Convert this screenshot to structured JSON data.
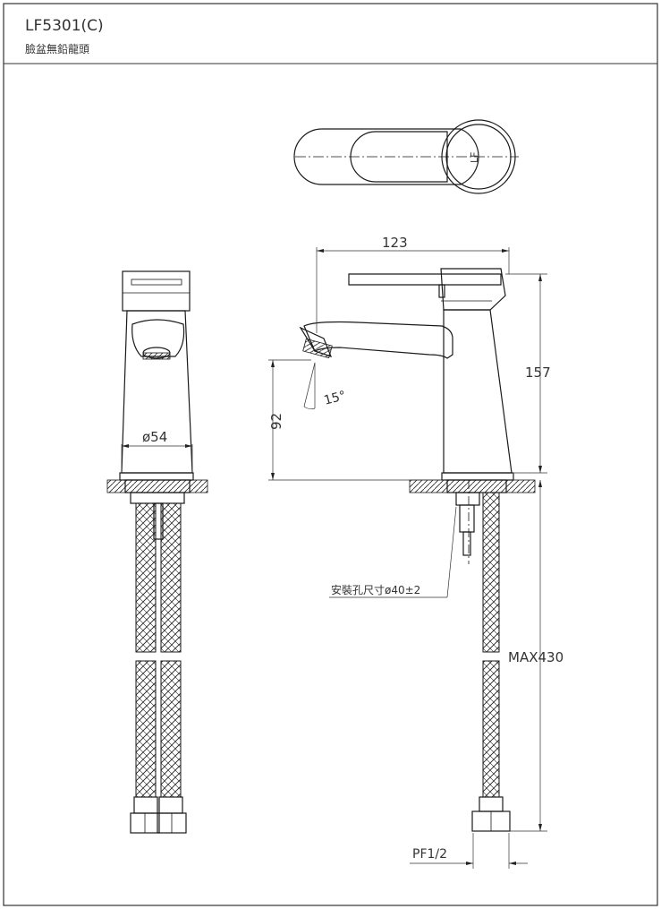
{
  "title": {
    "model": "LF5301(C)",
    "name": "臉盆無鉛龍頭"
  },
  "dimensions": {
    "width_123": "123",
    "height_157": "157",
    "spout_92": "92",
    "angle_15": "15°",
    "diameter_54": "ø54",
    "install_hole": "安裝孔尺寸ø40±2",
    "max_hose": "MAX430",
    "thread": "PF1/2"
  }
}
